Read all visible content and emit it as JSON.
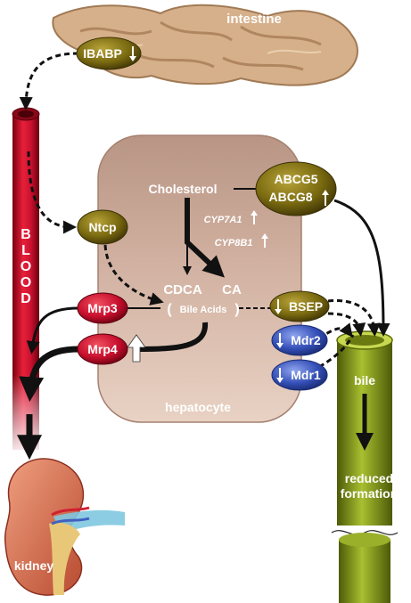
{
  "labels": {
    "intestine": "intestine",
    "blood": "BLOOD",
    "hepatocyte": "hepatocyte",
    "bile": "bile",
    "kidney": "kidney",
    "cholesterol": "Cholesterol",
    "cyp7a1": "CYP7A1",
    "cyp8b1": "CYP8B1",
    "cdca": "CDCA",
    "ca": "CA",
    "bile_acids": "Bile Acids",
    "reduced_line1": "reduced",
    "reduced_line2": "formation"
  },
  "transporters": {
    "ibabp": "IBABP",
    "ntcp": "Ntcp",
    "mrp3": "Mrp3",
    "mrp4": "Mrp4",
    "abcg5": "ABCG5",
    "abcg8": "ABCG8",
    "bsep": "BSEP",
    "mdr2": "Mdr2",
    "mdr1": "Mdr1"
  },
  "colors": {
    "olive": "#7a6a10",
    "red": "#c8102e",
    "blue": "#3550b8",
    "hepatocyte": "#c9a898",
    "bile_duct": "#8aa020"
  }
}
